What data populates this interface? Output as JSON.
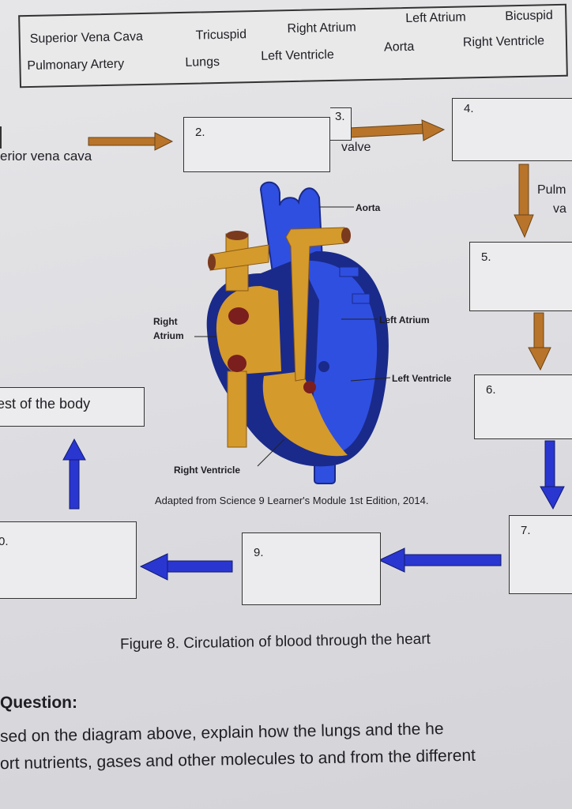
{
  "word_bank": {
    "words": [
      "Superior Vena Cava",
      "Tricuspid",
      "Right Atrium",
      "Left Atrium",
      "Bicuspid",
      "Pulmonary Artery",
      "Lungs",
      "Left Ventricle",
      "Aorta",
      "Right Ventricle"
    ]
  },
  "flow": {
    "start_label": "erior vena cava",
    "box2": "2.",
    "box3": "3.",
    "valve_label": "valve",
    "box4": "4.",
    "pulm_label_line1": "Pulm",
    "pulm_label_line2": "va",
    "box5": "5.",
    "box6": "6.",
    "box7": "7.",
    "box9": "9.",
    "box10": "0.",
    "body_box": "est of the body"
  },
  "heart_labels": {
    "aorta": "Aorta",
    "right_atrium_line1": "Right",
    "right_atrium_line2": "Atrium",
    "left_atrium": "Left Atrium",
    "left_ventricle": "Left Ventricle",
    "right_ventricle": "Right Ventricle"
  },
  "caption": "Adapted from Science 9 Learner's Module 1st Edition, 2014.",
  "figure_title": "Figure 8. Circulation of blood through the heart",
  "question": {
    "heading": "Question:",
    "line1": "sed on the diagram above, explain how the lungs and the he",
    "line2": "ort nutrients, gases and other molecules to and from the different"
  },
  "colors": {
    "orange_arrow": "#b8742a",
    "blue_arrow": "#2a36d0",
    "oxygen_poor": "#d49a2c",
    "oxygen_rich": "#2f4fe0",
    "outline": "#1a2a8a"
  }
}
